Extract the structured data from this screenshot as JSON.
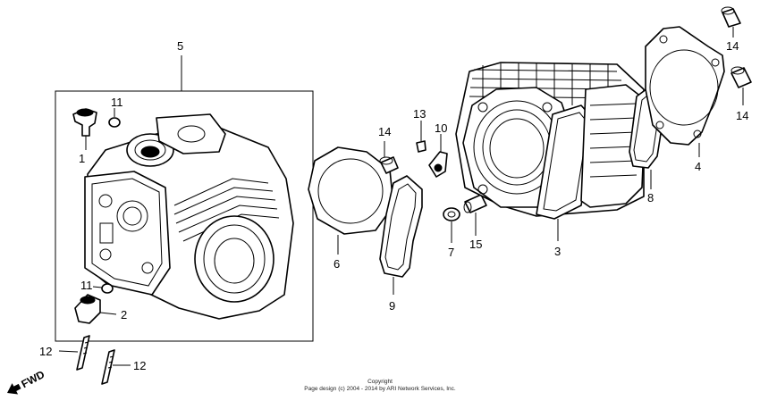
{
  "callouts": {
    "p1": "1",
    "p2": "2",
    "p3": "3",
    "p4": "4",
    "p5": "5",
    "p6": "6",
    "p7": "7",
    "p8": "8",
    "p9": "9",
    "p10": "10",
    "p11a": "11",
    "p11b": "11",
    "p12a": "12",
    "p12b": "12",
    "p13": "13",
    "p14a": "14",
    "p14b": "14",
    "p14c": "14",
    "p15": "15"
  },
  "direction": {
    "label": "FWD"
  },
  "footer": {
    "copyright": "Copyright",
    "notice": "Page design (c) 2004 - 2014 by ARI Network Services, Inc."
  }
}
